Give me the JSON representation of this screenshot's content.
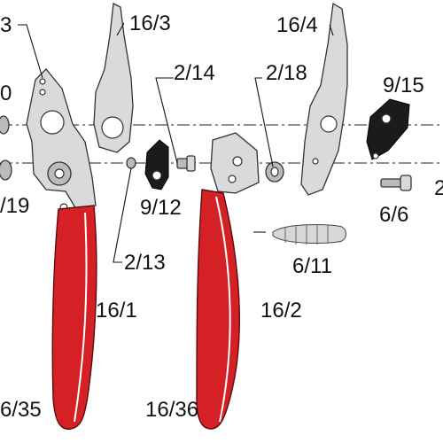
{
  "labels": {
    "p_16_3": "16/3",
    "p_16_4": "16/4",
    "p_2_14": "2/14",
    "p_2_18": "2/18",
    "p_9_15": "9/15",
    "p_9_12": "9/12",
    "p_19": "/19",
    "p_2_13": "2/13",
    "p_6_6": "6/6",
    "p_6_11": "6/11",
    "p_16_1": "16/1",
    "p_16_2": "16/2",
    "p_16_35": "6/35",
    "p_16_36": "16/36",
    "p_left_top": "3",
    "p_left_0": "0",
    "p_right_edge": "2"
  },
  "colors": {
    "handle_red": "#d52026",
    "metal": "#d9dadb",
    "black_part": "#1b1b1b"
  }
}
